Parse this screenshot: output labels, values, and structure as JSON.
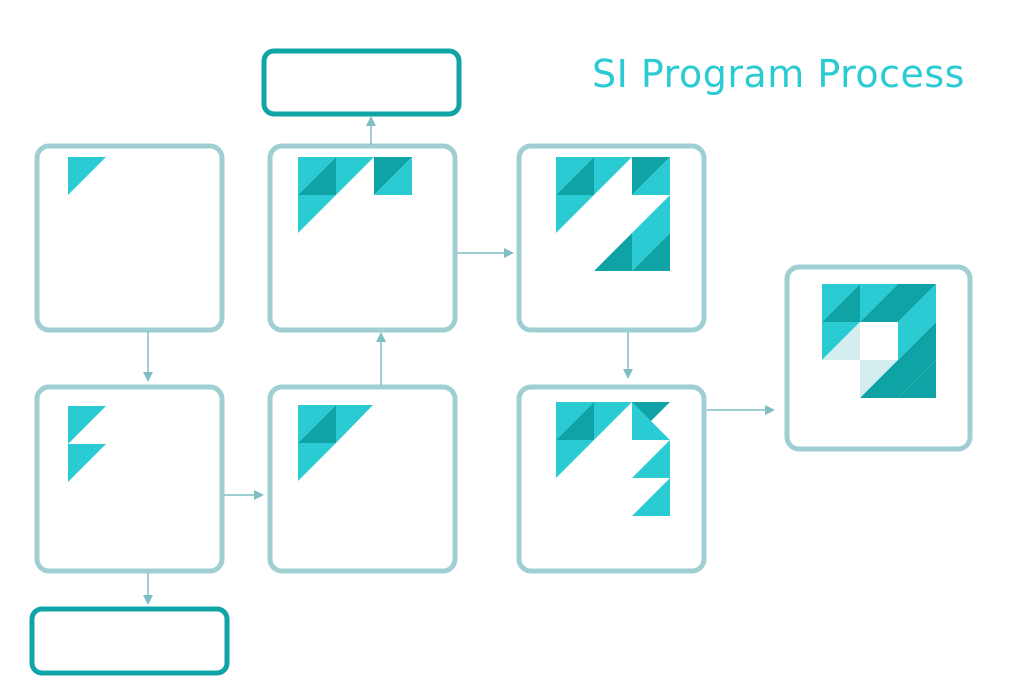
{
  "title": "SI Program Process",
  "colors": {
    "box_border": "#9fcfd2",
    "outcome_border": "#10a4a6",
    "arrow": "#7fbfc4",
    "dark_teal": "#0fa3a6",
    "light_teal": "#2bcbd3",
    "pale_teal": "#d4eef0",
    "title": "#2bcbd3"
  },
  "process_steps": [
    {
      "id": "step-1",
      "icon": "triangle-grid-icon-1"
    },
    {
      "id": "step-2",
      "icon": "triangle-grid-icon-2"
    },
    {
      "id": "step-3",
      "icon": "triangle-grid-icon-3"
    },
    {
      "id": "step-4",
      "icon": "triangle-grid-icon-4"
    },
    {
      "id": "step-5",
      "icon": "triangle-grid-icon-5"
    },
    {
      "id": "step-6",
      "icon": "triangle-grid-icon-6"
    },
    {
      "id": "step-7",
      "icon": "triangle-grid-icon-7"
    }
  ],
  "outcome_boxes": [
    {
      "id": "outcome-top"
    },
    {
      "id": "outcome-bottom"
    }
  ]
}
